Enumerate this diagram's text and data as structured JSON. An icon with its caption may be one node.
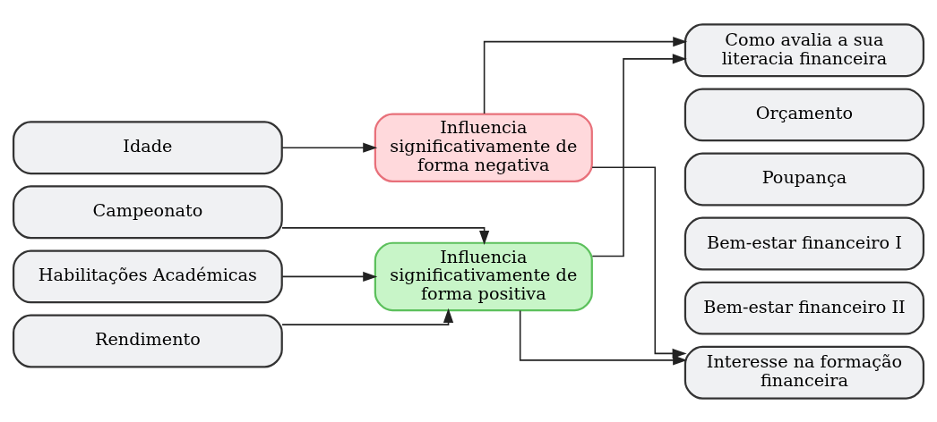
{
  "diagram": {
    "nodes": [
      {
        "text": [
          "Idade"
        ]
      },
      {
        "text": [
          "Influencia significativamente de forma negativa"
        ]
      },
      {
        "text": [
          "Campeonato"
        ]
      },
      {
        "text": [
          "Habilitações Académicas"
        ]
      },
      {
        "text": [
          "Rendimento"
        ]
      },
      {
        "text": [
          "Influencia significativamente de forma positiva"
        ]
      },
      {
        "text": [
          "Como avalia a sua literacia financeira"
        ]
      },
      {
        "text": [
          "Orçamento"
        ]
      },
      {
        "text": [
          "Poupança"
        ]
      },
      {
        "text": [
          "Bem-estar financeiro I"
        ]
      },
      {
        "text": [
          "Bem-estar financeiro II"
        ]
      },
      {
        "text": [
          "Interesse na formação financeira"
        ]
      }
    ],
    "edges": [
      {
        "from": 0,
        "to": 1,
        "arrow": "to"
      },
      {
        "from": 2,
        "to": 5,
        "arrow": "to"
      },
      {
        "from": 3,
        "to": 5,
        "arrow": "to"
      },
      {
        "from": 4,
        "to": 5,
        "arrow": "to"
      },
      {
        "from": 1,
        "to": 6,
        "arrow": "to"
      },
      {
        "from": 1,
        "to": 11,
        "arrow": "to"
      },
      {
        "from": 5,
        "to": 6,
        "arrow": "to"
      },
      {
        "from": 5,
        "to": 11,
        "arrow": "to"
      }
    ]
  }
}
